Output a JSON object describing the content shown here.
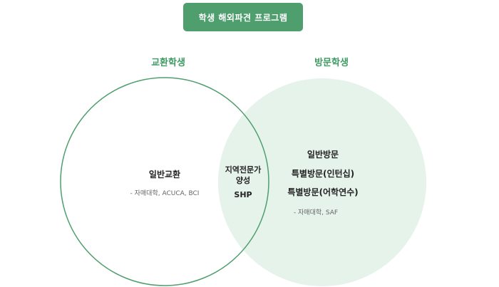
{
  "title": "학생 해외파견 프로그램",
  "groups": {
    "exchange": {
      "label": "교환학생",
      "items": [
        "일반교환"
      ],
      "note": "- 자매대학, ACUCA, BCI"
    },
    "visiting": {
      "label": "방문학생",
      "items": [
        "일반방문",
        "특별방문(인턴십)",
        "특별방문(어학연수)"
      ],
      "note": "- 자매대학, SAF"
    },
    "overlap": {
      "line1": "지역전문가",
      "line2": "양성",
      "program": "SHP"
    }
  },
  "colors": {
    "accent": "#4f9e6e",
    "circle_stroke": "#4f9e6e",
    "right_fill": "#e6f3eb",
    "label_green": "#3e9a63"
  }
}
